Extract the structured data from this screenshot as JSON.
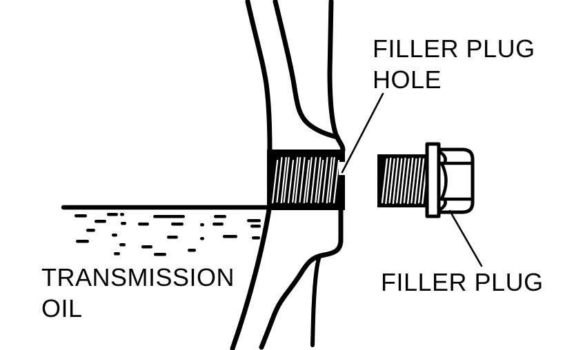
{
  "title": "Transmission filler plug hole diagram",
  "colors": {
    "ink": "#000000",
    "background": "#ffffff"
  },
  "labels": {
    "filler_plug_hole": {
      "line1": "FILLER PLUG",
      "line2": "HOLE"
    },
    "transmission_oil": {
      "line1": "TRANSMISSION",
      "line2": "OIL"
    },
    "filler_plug": {
      "text": "FILLER PLUG"
    }
  }
}
